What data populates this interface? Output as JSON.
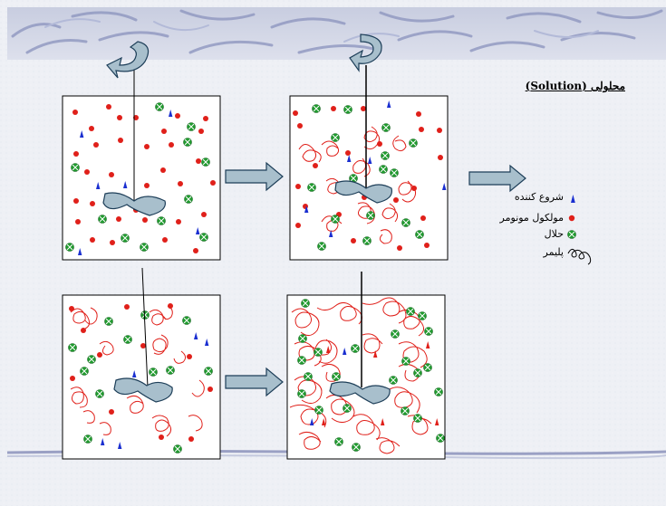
{
  "title": "محلولی (Solution)",
  "legend": [
    {
      "label": "شروع کننده",
      "icon": "initiator-icon",
      "color": "#1a2fd0"
    },
    {
      "label": "مولکول مونومر",
      "icon": "monomer-icon",
      "color": "#e0201a"
    },
    {
      "label": "حلال",
      "icon": "solvent-icon",
      "color": "#1f9b2e"
    },
    {
      "label": "پلیمر",
      "icon": "polymer-icon",
      "color": "#000000"
    }
  ],
  "colors": {
    "initiator": "#1a2fd0",
    "monomer": "#e0201a",
    "solvent": "#1f9b2e",
    "polymer": "#e0201a",
    "arrow": "#a9c1cf",
    "background": "#eef0f5"
  }
}
